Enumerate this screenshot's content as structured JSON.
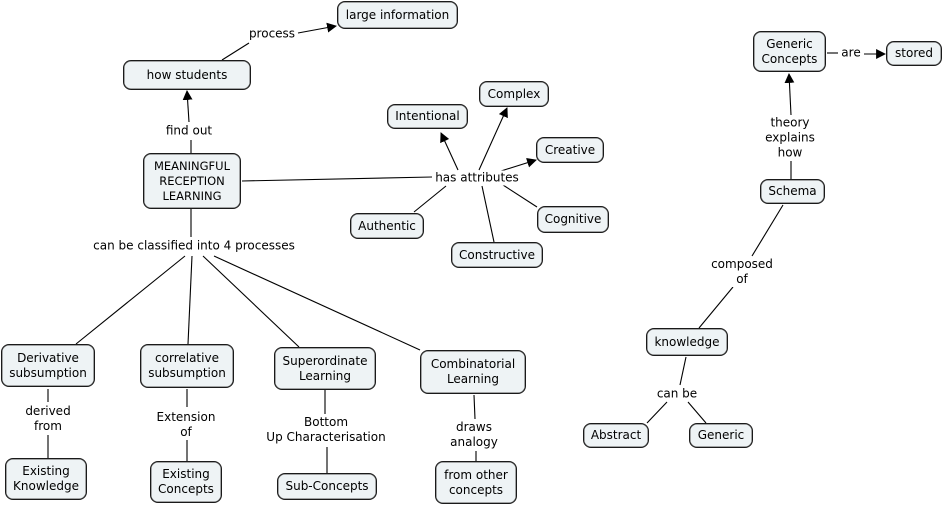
{
  "concepts": {
    "large_information": "large information",
    "how_students": "how students",
    "meaningful": "MEANINGFUL\nRECEPTION\nLEARNING",
    "intentional": "Intentional",
    "complex": "Complex",
    "creative": "Creative",
    "cognitive": "Cognitive",
    "constructive": "Constructive",
    "authentic": "Authentic",
    "generic_concepts": "Generic\nConcepts",
    "stored": "stored",
    "schema": "Schema",
    "knowledge": "knowledge",
    "abstract": "Abstract",
    "generic": "Generic",
    "derivative": "Derivative\nsubsumption",
    "correlative": "correlative\nsubsumption",
    "superordinate": "Superordinate\nLearning",
    "combinatorial": "Combinatorial\nLearning",
    "existing_knowledge": "Existing\nKnowledge",
    "existing_concepts": "Existing\nConcepts",
    "sub_concepts": "Sub-Concepts",
    "from_other_concepts": "from other\nconcepts"
  },
  "linking_phrases": {
    "process": "process",
    "find_out": "find out",
    "has_attributes": "has attributes",
    "classified": "can be classified into 4 processes",
    "are": "are",
    "theory_explains": "theory\nexplains\nhow",
    "composed_of": "composed\nof",
    "can_be": "can be",
    "derived_from": "derived\nfrom",
    "extension_of": "Extension\nof",
    "bottom_up": "Bottom\nUp Characterisation",
    "draws_analogy": "draws\nanalogy"
  }
}
